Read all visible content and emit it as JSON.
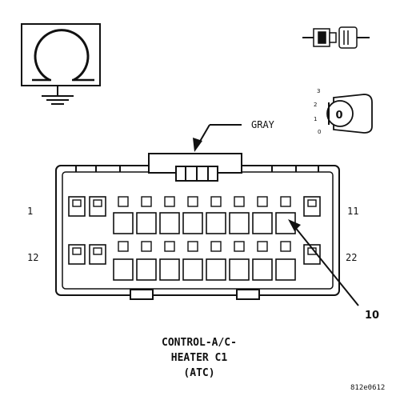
{
  "wire_color_label": "GRAY",
  "pin_labels": {
    "top_left": "1",
    "top_right": "11",
    "bottom_left": "12",
    "bottom_right": "22"
  },
  "callout": "10",
  "connector_title": [
    "CONTROL-A/C-",
    "HEATER C1",
    "(ATC)"
  ],
  "figure_code": "812e0612",
  "ignition_positions": [
    "3",
    "2",
    "1",
    "0"
  ],
  "key_symbol": "0",
  "colors": {
    "line": "#111111",
    "background": "#ffffff"
  }
}
